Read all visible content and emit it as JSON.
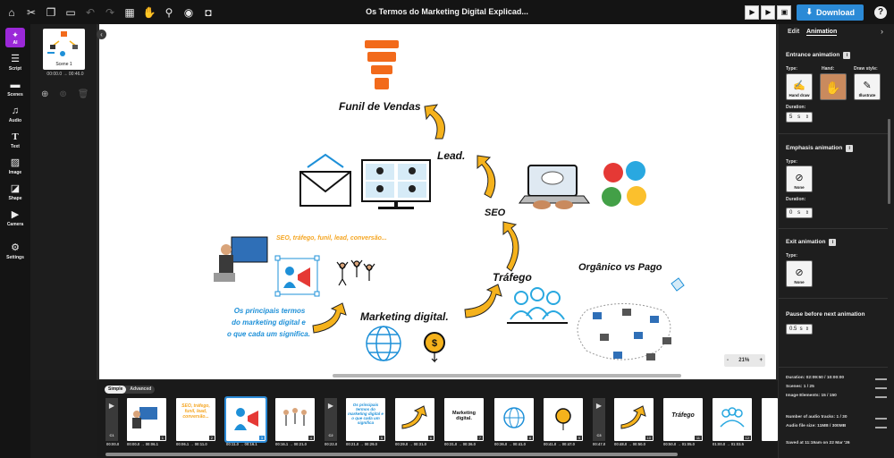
{
  "toolbar": {
    "title": "Os Termos do Marketing Digital Explicad...",
    "download_label": "Download",
    "help_label": "?",
    "icons": [
      "home-icon",
      "scissors-icon",
      "copy-icon",
      "paste-icon",
      "undo-icon",
      "redo-icon",
      "grid-icon",
      "hand-icon",
      "pin-icon",
      "eye-icon",
      "fill-icon"
    ]
  },
  "left_rail": {
    "ai_label": "AI",
    "items": [
      {
        "label": "Script",
        "icon": "script-icon"
      },
      {
        "label": "Scenes",
        "icon": "scenes-icon"
      },
      {
        "label": "Audio",
        "icon": "audio-icon"
      },
      {
        "label": "Text",
        "icon": "text-icon"
      },
      {
        "label": "Image",
        "icon": "image-icon"
      },
      {
        "label": "Shape",
        "icon": "shape-icon"
      },
      {
        "label": "Camera",
        "icon": "camera-icon"
      },
      {
        "label": "Settings",
        "icon": "settings-icon"
      }
    ]
  },
  "scene_panel": {
    "scene_label": "Scene 1",
    "scene_times": "00:00.0 → 00:46.0"
  },
  "canvas": {
    "funnel_label": "Funil de Vendas",
    "lead_label": "Lead.",
    "seo_label": "SEO",
    "keywords_label": "SEO, tráfego, funil, lead, conversão...",
    "organic_label": "Orgânico vs Pago",
    "traffic_label": "Tráfego",
    "terms_label_1": "Os principais termos",
    "terms_label_2": "do marketing digital e",
    "terms_label_3": "o que cada um significa.",
    "marketing_label": "Marketing digital.",
    "zoom_minus": "-",
    "zoom_value": "21%",
    "zoom_plus": "+"
  },
  "right_panel": {
    "tab_edit": "Edit",
    "tab_animation": "Animation",
    "entrance_title": "Entrance animation",
    "type_label": "Type:",
    "hand_label": "Hand:",
    "draw_style_label": "Draw style:",
    "opt_hand_draw": "Hand draw",
    "opt_illustrate": "Illustrate",
    "duration_label": "Duration:",
    "entrance_duration": "5",
    "duration_unit": "s",
    "emphasis_title": "Emphasis animation",
    "emphasis_type_label": "Type:",
    "opt_none_1": "None",
    "emphasis_duration_label": "Duration:",
    "emphasis_duration": "0",
    "exit_title": "Exit animation",
    "exit_type_label": "Type:",
    "opt_none_2": "None",
    "pause_title": "Pause before next animation",
    "pause_value": "0.5",
    "pause_unit": "s",
    "stats": {
      "duration": "Duration: 02:09:50 / 10:00:00",
      "scenes": "Scenes: 1 / 25",
      "image_elements": "Image Elements: 15 / 150",
      "audio_tracks": "Number of audio tracks: 1 / 30",
      "audio_size": "Audio file size: 11MB / 300MB",
      "saved": "Saved at 11:19am on 22 Mar '26"
    }
  },
  "timeline": {
    "mode_simple": "Simple",
    "mode_advanced": "Advanced",
    "camera_labels": [
      "C1",
      "C2",
      "C3"
    ],
    "clips": [
      {
        "num": "1",
        "time": "00:00.0 → 00:06.1"
      },
      {
        "num": "2",
        "time": "00:06.1 → 00:11.0"
      },
      {
        "num": "3",
        "time": "00:11.0 → 00:16.1"
      },
      {
        "num": "4",
        "time": "00:16.1 → 00:21.0"
      },
      {
        "num": "5",
        "time": "00:21.0 → 00:29.0"
      },
      {
        "num": "6",
        "time": "00:29.0 → 00:31.0"
      },
      {
        "num": "7",
        "time": "00:31.0 → 00:36.0"
      },
      {
        "num": "8",
        "time": "00:36.0 → 00:41.0"
      },
      {
        "num": "9",
        "time": "00:41.0 → 00:47.0"
      },
      {
        "num": "10",
        "time": "00:48.0 → 00:50.0"
      },
      {
        "num": "11",
        "time": "00:50.0 → 01:05.0"
      },
      {
        "num": "12",
        "time": "01:00.0 → 01:03.5"
      }
    ],
    "cam_times": [
      "00:00.0",
      "00:22.0",
      "00:47.0"
    ],
    "clip_texts": {
      "c2": "SEO, tráfego, funil, lead, conversão...",
      "c5": "Os principais termos do marketing digital e o que cada um significa",
      "c7": "Marketing digital.",
      "c11": "Tráfego"
    }
  },
  "colors": {
    "accent": "#2b8ad6",
    "ai": "#9b28d8",
    "orange": "#f26a1b",
    "blue_text": "#1e90d8",
    "arrow": "#f5b21c"
  }
}
